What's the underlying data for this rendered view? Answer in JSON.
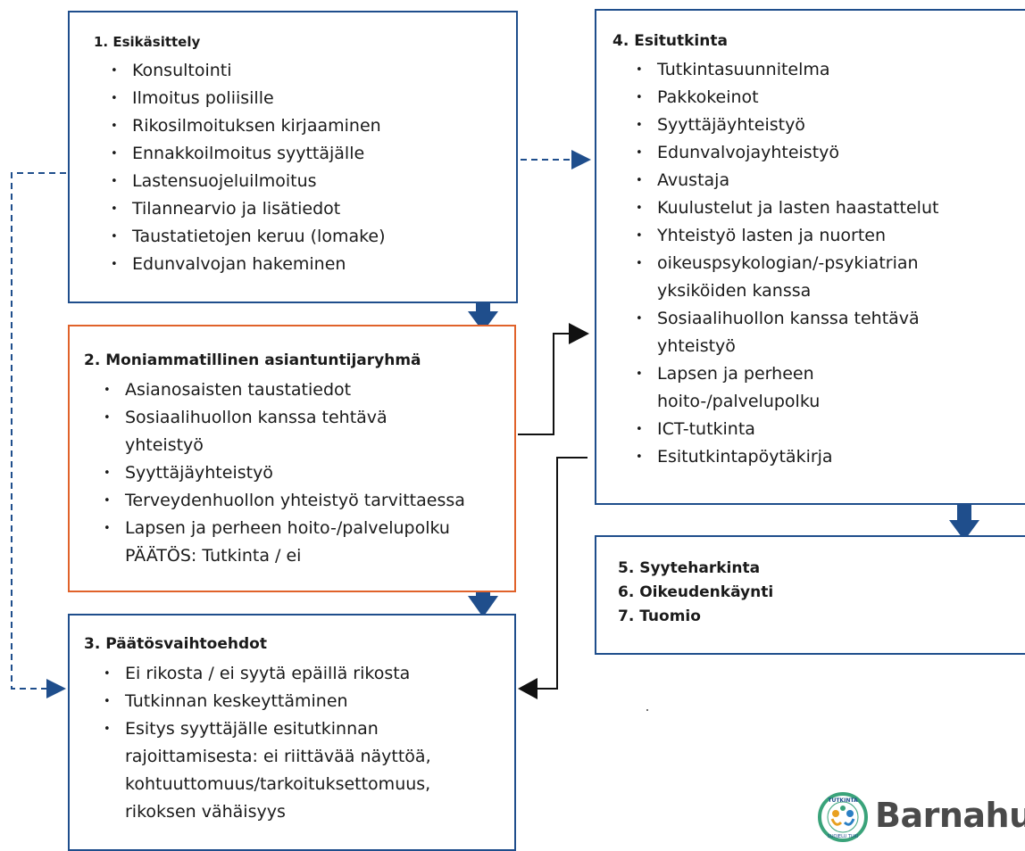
{
  "boxes": {
    "b1": {
      "title": "1. Esikäsittely",
      "items": [
        "Konsultointi",
        "Ilmoitus poliisille",
        "Rikosilmoituksen kirjaaminen",
        "Ennakkoilmoitus syyttäjälle",
        "Lastensuojeluilmoitus",
        "Tilannearvio ja lisätiedot",
        "Taustatietojen keruu (lomake)",
        "Edunvalvojan hakeminen"
      ]
    },
    "b2": {
      "title": "2. Moniammatillinen asiantuntijaryhmä",
      "items": [
        "Asianosaisten taustatiedot",
        "Sosiaalihuollon kanssa tehtävä",
        "Syyttäjäyhteistyö",
        "Terveydenhuollon yhteistyö tarvittaessa",
        "Lapsen ja perheen hoito-/palvelupolku"
      ],
      "item1_cont": "yhteistyö",
      "decision": "PÄÄTÖS: Tutkinta / ei"
    },
    "b3": {
      "title": "3. Päätösvaihtoehdot",
      "items": [
        "Ei rikosta / ei syytä epäillä rikosta",
        "Tutkinnan keskeyttäminen",
        "Esitys syyttäjälle esitutkinnan"
      ],
      "item2_cont": [
        "rajoittamisesta: ei riittävää näyttöä,",
        "kohtuuttomuus/tarkoituksettomuus,",
        "rikoksen vähäisyys"
      ]
    },
    "b4": {
      "title": "4. Esitutkinta",
      "items": [
        "Tutkintasuunnitelma",
        "Pakkokeinot",
        "Syyttäjäyhteistyö",
        "Edunvalvojayhteistyö",
        "Avustaja",
        "Kuulustelut ja lasten haastattelut",
        "Yhteistyö lasten ja nuorten",
        "oikeuspsykologian/-psykiatrian",
        "Sosiaalihuollon kanssa tehtävä",
        "Lapsen ja perheen",
        "ICT-tutkinta",
        "Esitutkintapöytäkirja"
      ],
      "item7_cont": "yksiköiden kanssa",
      "item8_cont": "yhteistyö",
      "item9_cont": "hoito-/palvelupolku"
    },
    "b5": {
      "lines": [
        "5. Syyteharkinta",
        "6. Oikeudenkäynti",
        "7. Tuomio"
      ]
    }
  },
  "logo": {
    "text": "Barnahus",
    "badge_top": "TUTKINTA",
    "badge_bottom": "SUOJELU TUKI"
  },
  "colors": {
    "blue": "#1f4e8c",
    "orange": "#e0622a",
    "black": "#111111",
    "green": "#3aa37a"
  }
}
